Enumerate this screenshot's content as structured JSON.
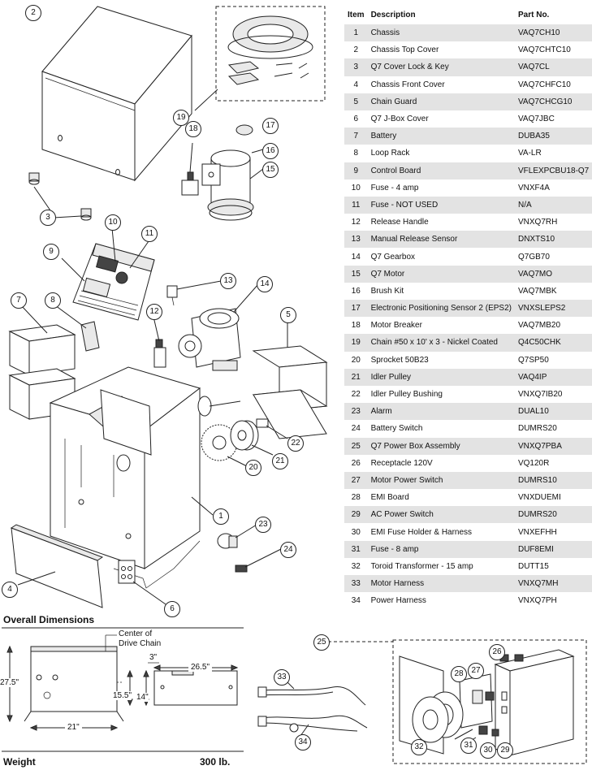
{
  "table": {
    "headers": {
      "item": "Item",
      "description": "Description",
      "part": "Part No."
    },
    "rows": [
      [
        "1",
        "Chassis",
        "VAQ7CH10"
      ],
      [
        "2",
        "Chassis Top Cover",
        "VAQ7CHTC10"
      ],
      [
        "3",
        "Q7 Cover Lock & Key",
        "VAQ7CL"
      ],
      [
        "4",
        "Chassis Front Cover",
        "VAQ7CHFC10"
      ],
      [
        "5",
        "Chain Guard",
        "VAQ7CHCG10"
      ],
      [
        "6",
        "Q7 J-Box Cover",
        "VAQ7JBC"
      ],
      [
        "7",
        "Battery",
        "DUBA35"
      ],
      [
        "8",
        "Loop Rack",
        "VA-LR"
      ],
      [
        "9",
        "Control Board",
        "VFLEXPCBU18-Q7"
      ],
      [
        "10",
        "Fuse - 4 amp",
        "VNXF4A"
      ],
      [
        "11",
        "Fuse - NOT USED",
        "N/A"
      ],
      [
        "12",
        "Release Handle",
        "VNXQ7RH"
      ],
      [
        "13",
        "Manual Release Sensor",
        "DNXTS10"
      ],
      [
        "14",
        "Q7 Gearbox",
        "Q7GB70"
      ],
      [
        "15",
        "Q7 Motor",
        "VAQ7MO"
      ],
      [
        "16",
        "Brush Kit",
        "VAQ7MBK"
      ],
      [
        "17",
        "Electronic Positioning Sensor 2 (EPS2)",
        "VNXSLEPS2"
      ],
      [
        "18",
        "Motor Breaker",
        "VAQ7MB20"
      ],
      [
        "19",
        "Chain #50 x 10' x 3 - Nickel Coated",
        "Q4C50CHK"
      ],
      [
        "20",
        "Sprocket 50B23",
        "Q7SP50"
      ],
      [
        "21",
        "Idler Pulley",
        "VAQ4IP"
      ],
      [
        "22",
        "Idler Pulley Bushing",
        "VNXQ7IB20"
      ],
      [
        "23",
        "Alarm",
        "DUAL10"
      ],
      [
        "24",
        "Battery Switch",
        "DUMRS20"
      ],
      [
        "25",
        "Q7 Power Box Assembly",
        "VNXQ7PBA"
      ],
      [
        "26",
        "Receptacle 120V",
        "VQ120R"
      ],
      [
        "27",
        "Motor Power Switch",
        "DUMRS10"
      ],
      [
        "28",
        "EMI Board",
        "VNXDUEMI"
      ],
      [
        "29",
        "AC Power Switch",
        "DUMRS20"
      ],
      [
        "30",
        "EMI Fuse Holder & Harness",
        "VNXEFHH"
      ],
      [
        "31",
        "Fuse - 8 amp",
        "DUF8EMI"
      ],
      [
        "32",
        "Toroid Transformer - 15 amp",
        "DUTT15"
      ],
      [
        "33",
        "Motor Harness",
        "VNXQ7MH"
      ],
      [
        "34",
        "Power Harness",
        "VNXQ7PH"
      ]
    ]
  },
  "callouts": [
    "1",
    "2",
    "3",
    "4",
    "5",
    "6",
    "7",
    "8",
    "9",
    "10",
    "11",
    "12",
    "13",
    "14",
    "15",
    "16",
    "17",
    "18",
    "19",
    "20",
    "21",
    "22",
    "23",
    "24",
    "25",
    "26",
    "27",
    "28",
    "29",
    "30",
    "31",
    "32",
    "33",
    "34"
  ],
  "dimensions": {
    "heading": "Overall Dimensions",
    "center_of_chain_1": "Center of",
    "center_of_chain_2": "Drive Chain",
    "height": "27.5\"",
    "width": "21\"",
    "top_offset": "3\"",
    "depth": "26.5\"",
    "chain_height": "15.5\"",
    "inner_height": "14\""
  },
  "weight": {
    "label": "Weight",
    "value": "300 lb."
  }
}
